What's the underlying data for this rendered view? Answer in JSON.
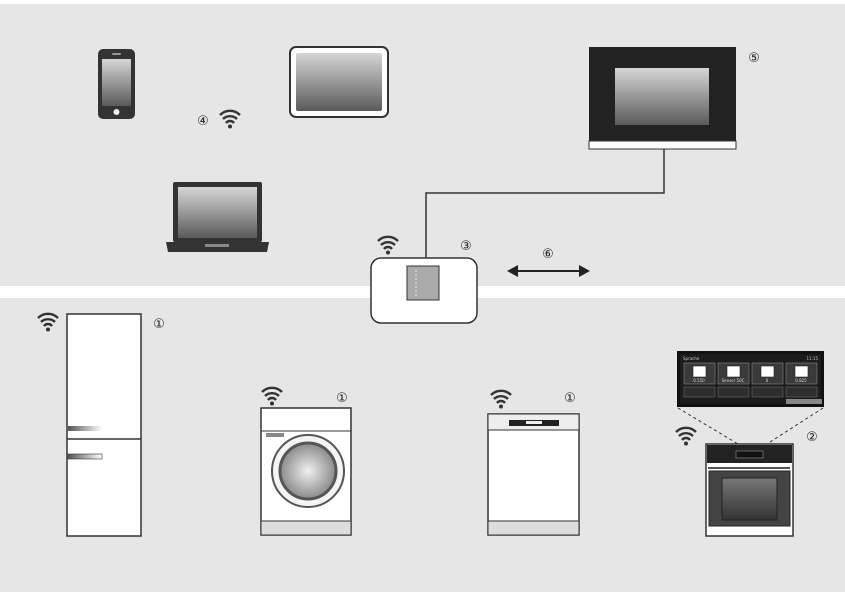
{
  "colors": {
    "panel": "#e6e6e6",
    "stroke": "#333333",
    "screen_dark": "#4a4a4a",
    "screen_light": "#c8c8c8"
  },
  "markers": {
    "appliances": "①",
    "oven_display": "②",
    "home_connect_module": "③",
    "mobile_devices_wifi": "④",
    "indoor_station": "⑤",
    "bidirectional_link": "⑥"
  },
  "oven_display_screen": {
    "header_left": "Sprache",
    "header_right": "11:15",
    "tiles": [
      {
        "label": "0.550",
        "icon": "fan-icon"
      },
      {
        "label": "Sensor 50C",
        "icon": "heat-icon"
      },
      {
        "label": "0",
        "icon": "grill-icon"
      },
      {
        "label": "0.825",
        "icon": "steam-icon"
      }
    ]
  },
  "icons": {
    "wifi": "wifi-icon",
    "arrow": "double-arrow-icon"
  }
}
